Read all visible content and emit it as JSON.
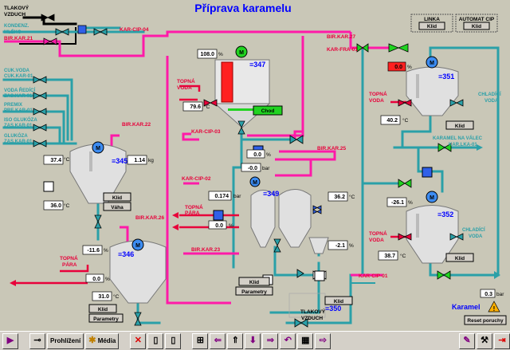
{
  "title": "Příprava karamelu",
  "media": {
    "tlakovy_vzduch": [
      "TLAKOVÝ",
      "VZDUCH"
    ],
    "kondenz_mleko": [
      "KONDENZ.",
      "MLÉKO"
    ],
    "bir_kar_21": "BIR.KAR.21",
    "kar_cip_04": "KAR-CIP-04",
    "cuk_voda": "CUK.VODA",
    "cuk_kar_01": "CUK.KAR-01",
    "voda_redici": "VODA ŘEDÍCÍ",
    "zas_kar_01": "ZAS.KAR-01",
    "premix": "PREMIX",
    "pre_kar_01": "PRE.KAR-01",
    "iso_glukoza": "ISO GLUKÓZA",
    "zas_kar_01b": "ZAS.KAR-01",
    "glukoza": "GLUKÓZA",
    "zas_kar_01c": "ZAS.KAR-01",
    "bir_kar_22": "BIR.KAR.22",
    "bir_kar_27": "BIR.KAR.27",
    "kar_fra_01": "KAR-FRA-01",
    "topna_voda": [
      "TOPNÁ",
      "VODA"
    ],
    "kar_cip_03": "KAR-CIP-03",
    "bir_kar_25": "BIR.KAR.25",
    "kar_cip_02": "KAR-CIP-02",
    "topna_para": [
      "TOPNÁ",
      "PÁRA"
    ],
    "bir_kar_26": "BIR.KAR.26",
    "bir_kar_23": "BIR.KAR.23",
    "kar_cip_01": "KAR-CIP-01",
    "chladici_voda": [
      "CHLADÍCÍ",
      "VODA"
    ],
    "karamel_na_valec": [
      "KARAMEL NA VÁLEC",
      "KAR.LKA-01"
    ],
    "topna_voda2": [
      "TOPNÁ",
      "VODA"
    ],
    "topna_voda3": [
      "TOPNÁ",
      "VODA"
    ],
    "chladici_voda2": [
      "CHLADÍCÍ",
      "VODA"
    ]
  },
  "panels": {
    "linka": {
      "label": "LINKA",
      "status": "Klid"
    },
    "automat_cip": {
      "label": "AUTOMAT CIP",
      "status": "Klid"
    }
  },
  "tanks": {
    "t345": {
      "id": "345",
      "temp": "37.4",
      "unit_t": "°C",
      "weight": "1.14",
      "unit_w": "kg",
      "temp2": "36.0",
      "unit_t2": "°C",
      "status": "Klid",
      "btn": "Váha"
    },
    "t347": {
      "id": "347",
      "level": "108.0",
      "unit_l": "%",
      "temp": "79.6",
      "unit_t": "°C",
      "status": "Chod",
      "val1": "0.0",
      "unit1": "%",
      "val2": "-0.0",
      "unit2": "bar"
    },
    "t346": {
      "id": "346",
      "level": "-11.6",
      "unit_l": "%",
      "valve": "0.0",
      "unit_v": "%",
      "temp": "31.0",
      "unit_t": "°C",
      "status": "Klid",
      "btn": "Parametry"
    },
    "t349": {
      "id": "349",
      "pressure": "0.174",
      "unit_p": "bar",
      "valve": "0.0",
      "unit_v": "%",
      "temp": "36.2",
      "unit_t": "°C",
      "level": "-2.1",
      "unit_l": "%",
      "status": "Klid",
      "btn": "Parametry"
    },
    "t350": {
      "id": "350",
      "status": "Klid"
    },
    "t351": {
      "id": "351",
      "level": "0.0",
      "unit_l": "%",
      "temp": "40.2",
      "unit_t": "°C",
      "status": "Klid"
    },
    "t352": {
      "id": "352",
      "level": "-26.1",
      "unit_l": "%",
      "temp": "38.7",
      "unit_t": "°C",
      "status": "Klid",
      "pressure": "0.3",
      "unit_p": "bar"
    }
  },
  "alarm": {
    "label": "Karamel",
    "reset": "Reset poruchy"
  },
  "toolbar": {
    "prohlizeni": "Prohlížení",
    "media": "Média"
  }
}
